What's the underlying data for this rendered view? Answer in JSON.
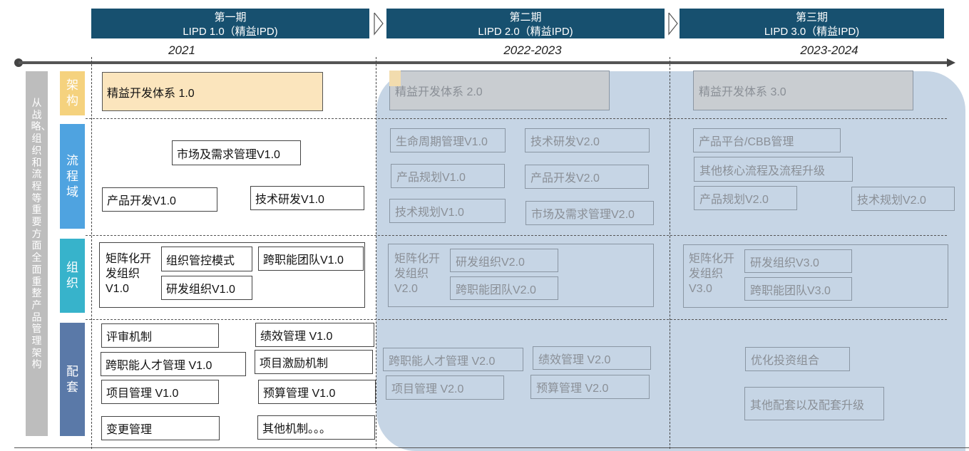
{
  "phases": [
    {
      "name": "第一期",
      "sub": "LIPD 1.0（精益IPD)",
      "year": "2021"
    },
    {
      "name": "第二期",
      "sub": "LIPD 2.0（精益IPD)",
      "year": "2022-2023"
    },
    {
      "name": "第三期",
      "sub": "LIPD 3.0（精益IPD)",
      "year": "2023-2024"
    }
  ],
  "side_label": "从战略、组织和流程等重要方面全面重整产品管理架构",
  "categories": {
    "arch": "架构",
    "process": "流程域",
    "org": "组织",
    "support": "配套"
  },
  "colors": {
    "phase_bg": "#17506f",
    "arch": "#f5d27e",
    "process": "#4fa3e0",
    "org": "#37b3cb",
    "support": "#5a79a8",
    "side": "#bdbdbd",
    "phase23_overlay": "#c6d5e5"
  },
  "phase1": {
    "arch": "精益开发体系 1.0",
    "process": [
      "市场及需求管理V1.0",
      "产品开发V1.0",
      "技术研发V1.0"
    ],
    "org_title": "矩阵化开发组织V1.0",
    "org_items": [
      "组织管控模式",
      "研发组织V1.0",
      "跨职能团队V1.0"
    ],
    "support": [
      "评审机制",
      "绩效管理 V1.0",
      "跨职能人才管理 V1.0",
      "项目激励机制",
      "项目管理 V1.0",
      "预算管理 V1.0",
      "变更管理",
      "其他机制。。。"
    ]
  },
  "phase2": {
    "arch": "精益开发体系 2.0",
    "process": [
      "生命周期管理V1.0",
      "技术研发V2.0",
      "产品规划V1.0",
      "产品开发V2.0",
      "技术规划V1.0",
      "市场及需求管理V2.0"
    ],
    "org_title": "矩阵化开发组织V2.0",
    "org_items": [
      "研发组织V2.0",
      "跨职能团队V2.0"
    ],
    "support": [
      "跨职能人才管理 V2.0",
      "绩效管理 V2.0",
      "项目管理 V2.0",
      "预算管理 V2.0"
    ]
  },
  "phase3": {
    "arch": "精益开发体系 3.0",
    "process": [
      "产品平台/CBB管理",
      "其他核心流程及流程升级",
      "产品规划V2.0",
      "技术规划V2.0"
    ],
    "org_title": "矩阵化开发组织V3.0",
    "org_items": [
      "研发组织V3.0",
      "跨职能团队V3.0"
    ],
    "support": [
      "优化投资组合",
      "其他配套以及配套升级"
    ]
  }
}
